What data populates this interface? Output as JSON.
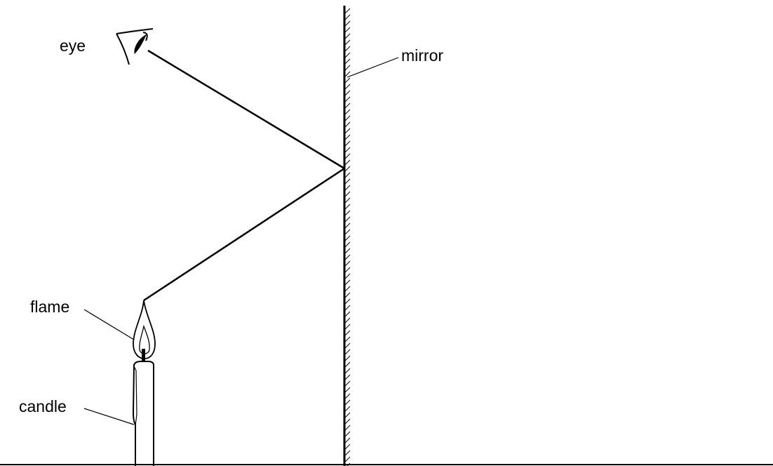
{
  "labels": {
    "eye": "eye",
    "mirror": "mirror",
    "flame": "flame",
    "candle": "candle"
  },
  "colors": {
    "ink": "#000000",
    "background": "#ffffff"
  }
}
